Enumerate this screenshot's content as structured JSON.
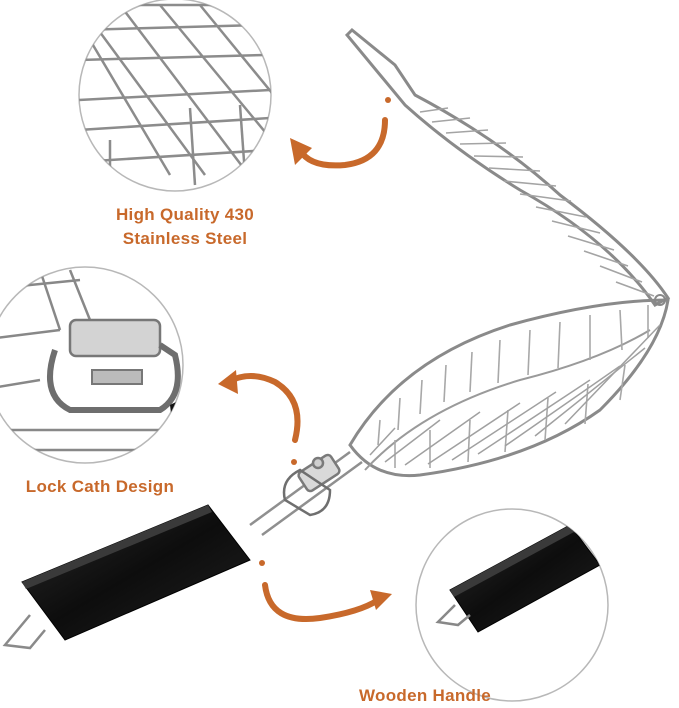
{
  "accent_color": "#c8692b",
  "features": [
    {
      "name": "steel",
      "lines": [
        "High Quality 430",
        "Stainless Steel"
      ]
    },
    {
      "name": "lock",
      "lines": [
        "Lock Cath Design"
      ]
    },
    {
      "name": "handle",
      "lines": [
        "Wooden Handle"
      ]
    }
  ]
}
